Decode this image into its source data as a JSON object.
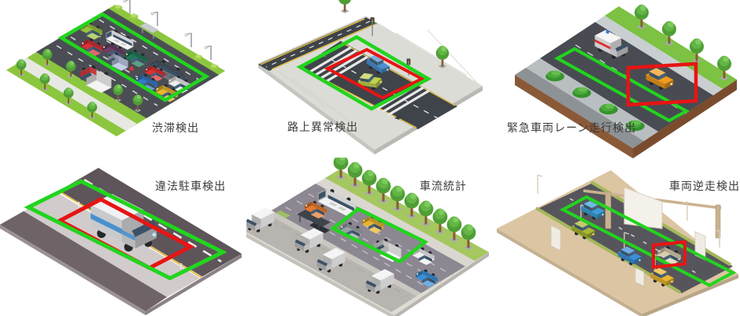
{
  "page": {
    "background_color": "#ffffff",
    "language": "ja",
    "description": "Six isometric traffic-monitoring feature illustrations with detection boxes"
  },
  "detection_colors": {
    "zone_green": "#22d41e",
    "alert_red": "#e81414",
    "label_text": "#3b3b3b"
  },
  "tiles": [
    {
      "id": "congestion-detection",
      "label": "渋滞検出",
      "scene": "multi-lane highway with congested traffic inside a green detection zone",
      "detection_boxes": [
        "green-zone"
      ],
      "vehicles": [
        "green-car",
        "white-shuttle-bus",
        "red-car",
        "purple-car",
        "light-blue-van",
        "dark-green-car",
        "cargo-truck",
        "dark-bus",
        "scooter",
        "red-convertible",
        "blue-car",
        "white-car",
        "yellow-car"
      ]
    },
    {
      "id": "road-anomaly-detection",
      "label": "路上異常検出",
      "scene": "intersection collision between two cars inside nested green and red detection boxes",
      "detection_boxes": [
        "green-zone",
        "red-alert"
      ],
      "vehicles": [
        "blue-car",
        "yellow-green-car"
      ]
    },
    {
      "id": "emergency-lane-detection",
      "label": "緊急車両レーン走行検出",
      "scene": "emergency lane with ambulance and a violating orange car inside a red detection box",
      "detection_boxes": [
        "green-zone",
        "red-alert"
      ],
      "vehicles": [
        "ambulance",
        "orange-car"
      ]
    },
    {
      "id": "illegal-parking-detection",
      "label": "違法駐車検出",
      "scene": "white van with blue stripe parked in restricted roadside zone inside nested green and red boxes",
      "detection_boxes": [
        "green-zone",
        "red-alert"
      ],
      "vehicles": [
        "white-blue-van"
      ]
    },
    {
      "id": "traffic-flow-statistics",
      "label": "車流統計",
      "scene": "busy arterial road with tree row and a green counting zone over passing vehicles",
      "detection_boxes": [
        "green-zone"
      ],
      "vehicles": [
        "city-bus",
        "orange-car",
        "gray-car",
        "yellow-car",
        "white-camper",
        "white-car",
        "blue-car",
        "box-truck",
        "box-truck",
        "box-truck",
        "box-truck"
      ]
    },
    {
      "id": "wrong-way-detection",
      "label": "車両逆走検出",
      "scene": "highway with gantry sign, billboards and a wrong-way tan car inside a red box within a green lane zone",
      "detection_boxes": [
        "green-zone",
        "red-alert"
      ],
      "vehicles": [
        "blue-car",
        "olive-car",
        "blue-car",
        "tan-car",
        "yellow-car"
      ]
    }
  ]
}
